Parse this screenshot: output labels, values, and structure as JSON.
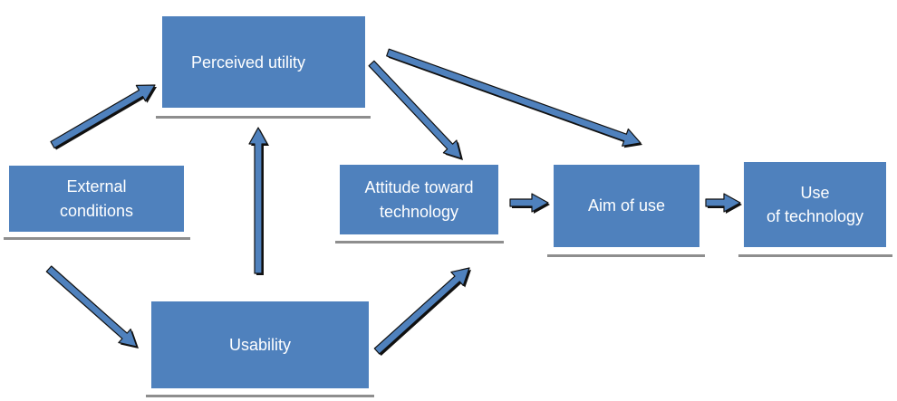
{
  "diagram": {
    "nodes": {
      "perceived_utility": "Perceived utility",
      "external_conditions": "External\nconditions",
      "attitude_toward_technology": "Attitude toward\ntechnology",
      "aim_of_use": "Aim of use",
      "use_of_technology": "Use\nof technology",
      "usability": "Usability"
    },
    "edges": [
      {
        "from": "external_conditions",
        "to": "perceived_utility"
      },
      {
        "from": "external_conditions",
        "to": "usability"
      },
      {
        "from": "usability",
        "to": "perceived_utility"
      },
      {
        "from": "usability",
        "to": "attitude_toward_technology"
      },
      {
        "from": "perceived_utility",
        "to": "attitude_toward_technology"
      },
      {
        "from": "perceived_utility",
        "to": "aim_of_use"
      },
      {
        "from": "attitude_toward_technology",
        "to": "aim_of_use"
      },
      {
        "from": "aim_of_use",
        "to": "use_of_technology"
      }
    ],
    "colors": {
      "box": "#4f81bd",
      "text": "#ffffff",
      "shadow": "#8e8e8e",
      "arrow_outline": "#111111"
    }
  }
}
